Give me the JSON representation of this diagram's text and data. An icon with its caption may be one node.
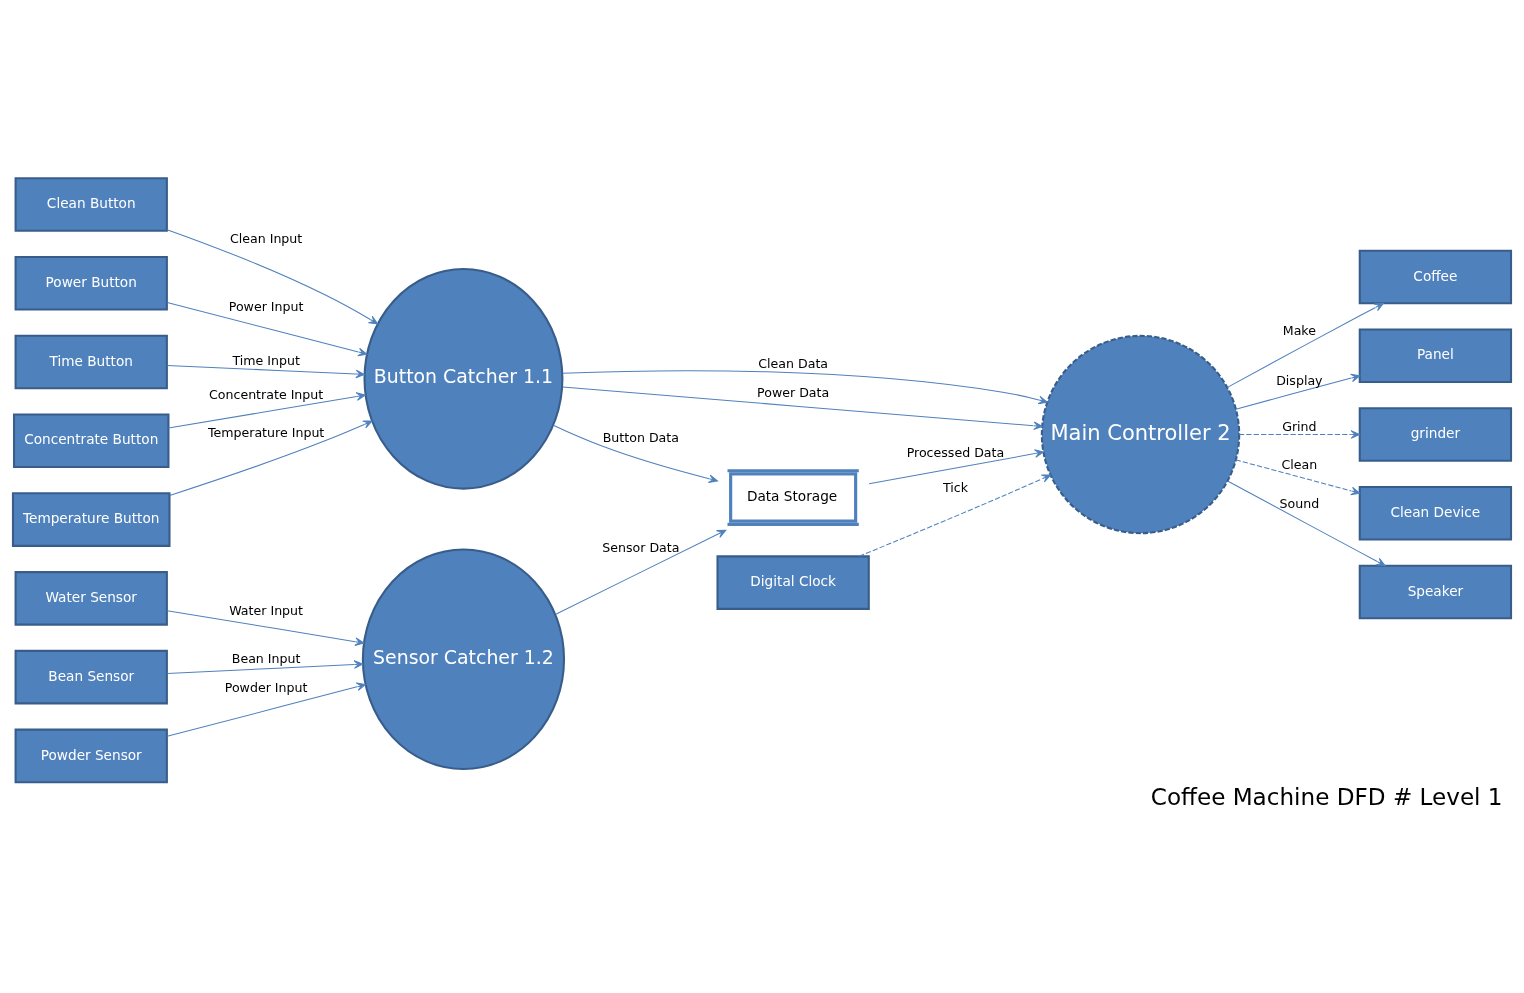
{
  "diagram": {
    "title": "Coffee Machine DFD # Level 1",
    "nodes": [
      {
        "text": [
          "Clean Button"
        ]
      },
      {
        "text": [
          "Power Button"
        ]
      },
      {
        "text": [
          "Time Button"
        ]
      },
      {
        "text": [
          "Concentrate Button"
        ]
      },
      {
        "text": [
          "Temperature Button"
        ]
      },
      {
        "text": [
          "Button Catcher 1.1"
        ]
      },
      {
        "text": [
          "Coffee"
        ]
      },
      {
        "text": [
          "Panel"
        ]
      },
      {
        "text": [
          "grinder"
        ]
      },
      {
        "text": [
          "Main Controller 2"
        ]
      },
      {
        "text": [
          "Data Storage"
        ]
      },
      {
        "text": [
          "Water Sensor"
        ]
      },
      {
        "text": [
          "Bean Sensor"
        ]
      },
      {
        "text": [
          "Powder Sensor"
        ]
      },
      {
        "text": [
          "Sensor Catcher 1.2"
        ]
      },
      {
        "text": [
          "Digital Clock"
        ]
      },
      {
        "text": [
          "Clean Device"
        ]
      },
      {
        "text": [
          "Speaker"
        ]
      }
    ],
    "edges": [
      {
        "from": 0,
        "to": 5,
        "arrow": "to",
        "label": "Clean Input"
      },
      {
        "from": 1,
        "to": 5,
        "arrow": "to",
        "label": "Power Input"
      },
      {
        "from": 2,
        "to": 5,
        "arrow": "to",
        "label": "Time Input"
      },
      {
        "from": 3,
        "to": 5,
        "arrow": "to",
        "label": "Concentrate Input"
      },
      {
        "from": 4,
        "to": 5,
        "arrow": "to",
        "label": "Temperature Input"
      },
      {
        "from": 5,
        "to": 9,
        "arrow": "to",
        "label": "Clean Data"
      },
      {
        "from": 5,
        "to": 9,
        "arrow": "to",
        "label": "Power Data"
      },
      {
        "from": 5,
        "to": 10,
        "arrow": "to",
        "label": "Button Data"
      },
      {
        "from": 9,
        "to": 6,
        "arrow": "to",
        "label": "Make"
      },
      {
        "from": 9,
        "to": 7,
        "arrow": "to",
        "label": "Display"
      },
      {
        "from": 9,
        "to": 8,
        "arrow": "to",
        "label": "Grind",
        "style": "dashed"
      },
      {
        "from": 10,
        "to": 9,
        "arrow": "to",
        "label": "Processed Data"
      },
      {
        "from": 11,
        "to": 14,
        "arrow": "to",
        "label": "Water Input"
      },
      {
        "from": 12,
        "to": 14,
        "arrow": "to",
        "label": "Bean Input"
      },
      {
        "from": 13,
        "to": 14,
        "arrow": "to",
        "label": "Powder Input"
      },
      {
        "from": 14,
        "to": 10,
        "arrow": "to",
        "label": "Sensor Data"
      },
      {
        "from": 15,
        "to": 9,
        "arrow": "to",
        "label": "Tick",
        "style": "dashed"
      },
      {
        "from": 9,
        "to": 16,
        "arrow": "to",
        "label": "Clean",
        "style": "dashed"
      },
      {
        "from": 9,
        "to": 17,
        "arrow": "to",
        "label": "Sound"
      }
    ]
  }
}
